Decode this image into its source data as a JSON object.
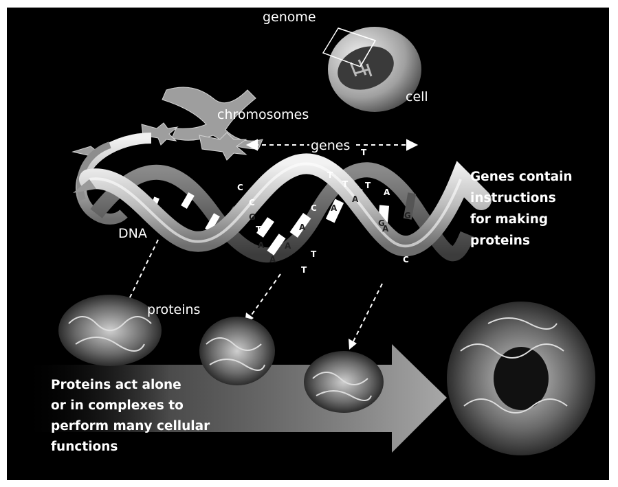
{
  "labels": {
    "genome": "genome",
    "cell": "cell",
    "chromosomes": "chromosomes",
    "genes": "genes",
    "dna": "DNA",
    "proteins": "proteins"
  },
  "genes_note": {
    "line1": "Genes contain",
    "line2": "instructions",
    "line3": "for making",
    "line4": "proteins"
  },
  "proteins_note": {
    "line1": "Proteins act alone",
    "line2": "or in complexes to",
    "line3": "perform many cellular",
    "line4": "functions"
  },
  "bases": [
    "C",
    "C",
    "G",
    "T",
    "A",
    "A",
    "T",
    "A",
    "A",
    "T",
    "C",
    "T",
    "A",
    "T",
    "A",
    "T",
    "A",
    "G",
    "C",
    "G",
    "T",
    "A"
  ]
}
